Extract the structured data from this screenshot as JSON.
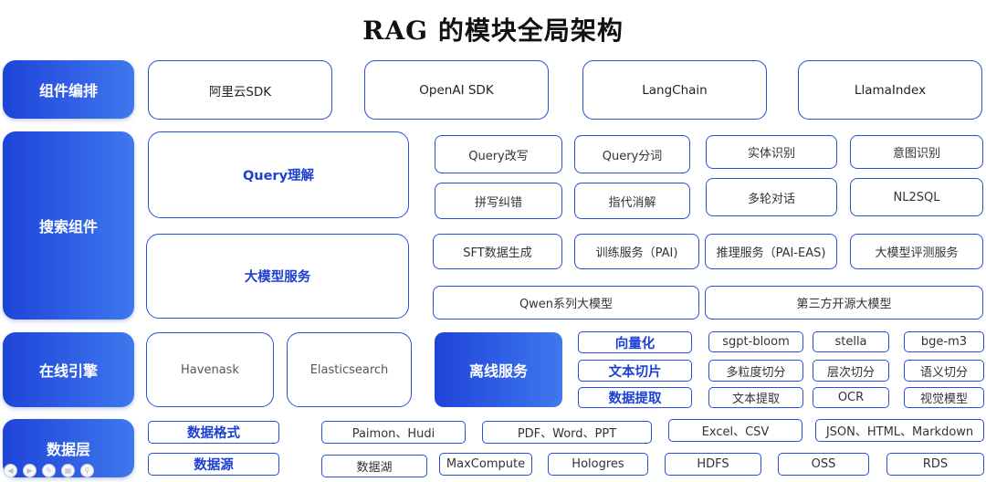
{
  "title": "RAG 的模块全局架构",
  "layers": [
    {
      "label": "组件编排"
    },
    {
      "label": "搜索组件"
    },
    {
      "label": "在线引擎"
    },
    {
      "label": "数据层"
    }
  ],
  "orchestration": [
    "阿里云SDK",
    "OpenAI SDK",
    "LangChain",
    "LlamaIndex"
  ],
  "search": {
    "query_understanding": "Query理解",
    "query_items": [
      "Query改写",
      "Query分词",
      "实体识别",
      "意图识别",
      "拼写纠错",
      "指代消解",
      "多轮对话",
      "NL2SQL"
    ],
    "llm_service": "大模型服务",
    "llm_items": [
      "SFT数据生成",
      "训练服务（PAI)",
      "推理服务（PAI-EAS)",
      "大模型评测服务"
    ],
    "models": [
      "Qwen系列大模型",
      "第三方开源大模型"
    ]
  },
  "engine": {
    "items": [
      "Havenask",
      "Elasticsearch"
    ],
    "offline": "离线服务",
    "rows": [
      {
        "name": "向量化",
        "items": [
          "sgpt-bloom",
          "stella",
          "bge-m3"
        ]
      },
      {
        "name": "文本切片",
        "items": [
          "多粒度切分",
          "层次切分",
          "语义切分"
        ]
      },
      {
        "name": "数据提取",
        "items": [
          "文本提取",
          "OCR",
          "视觉模型"
        ]
      }
    ]
  },
  "data_layer": {
    "format_label": "数据格式",
    "formats": [
      "Paimon、Hudi",
      "PDF、Word、PPT",
      "Excel、CSV",
      "JSON、HTML、Markdown"
    ],
    "source_label": "数据源",
    "sources": [
      "数据湖",
      "MaxCompute",
      "Hologres",
      "HDFS",
      "OSS",
      "RDS"
    ]
  },
  "toolbar_icons": [
    "prev-icon",
    "next-icon",
    "pen-icon",
    "grid-icon",
    "zoom-icon"
  ]
}
